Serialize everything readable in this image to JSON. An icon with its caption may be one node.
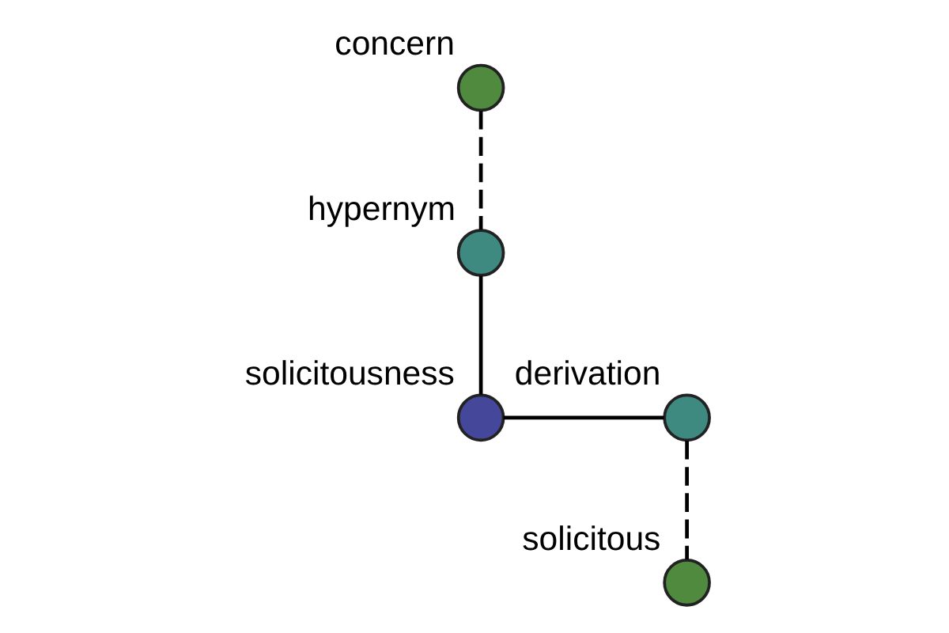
{
  "diagram": {
    "nodes": [
      {
        "text": [
          "concern"
        ]
      },
      {
        "text": [
          "hypernym"
        ]
      },
      {
        "text": [
          "solicitousness"
        ]
      },
      {
        "text": [
          "derivation"
        ]
      },
      {
        "text": [
          "solicitous"
        ]
      }
    ],
    "edges": [
      {
        "from": 0,
        "to": 1,
        "arrow": "none",
        "style": "dashed"
      },
      {
        "from": 1,
        "to": 2,
        "arrow": "none"
      },
      {
        "from": 2,
        "to": 3,
        "arrow": "none"
      },
      {
        "from": 3,
        "to": 4,
        "arrow": "none",
        "style": "dashed"
      }
    ]
  }
}
